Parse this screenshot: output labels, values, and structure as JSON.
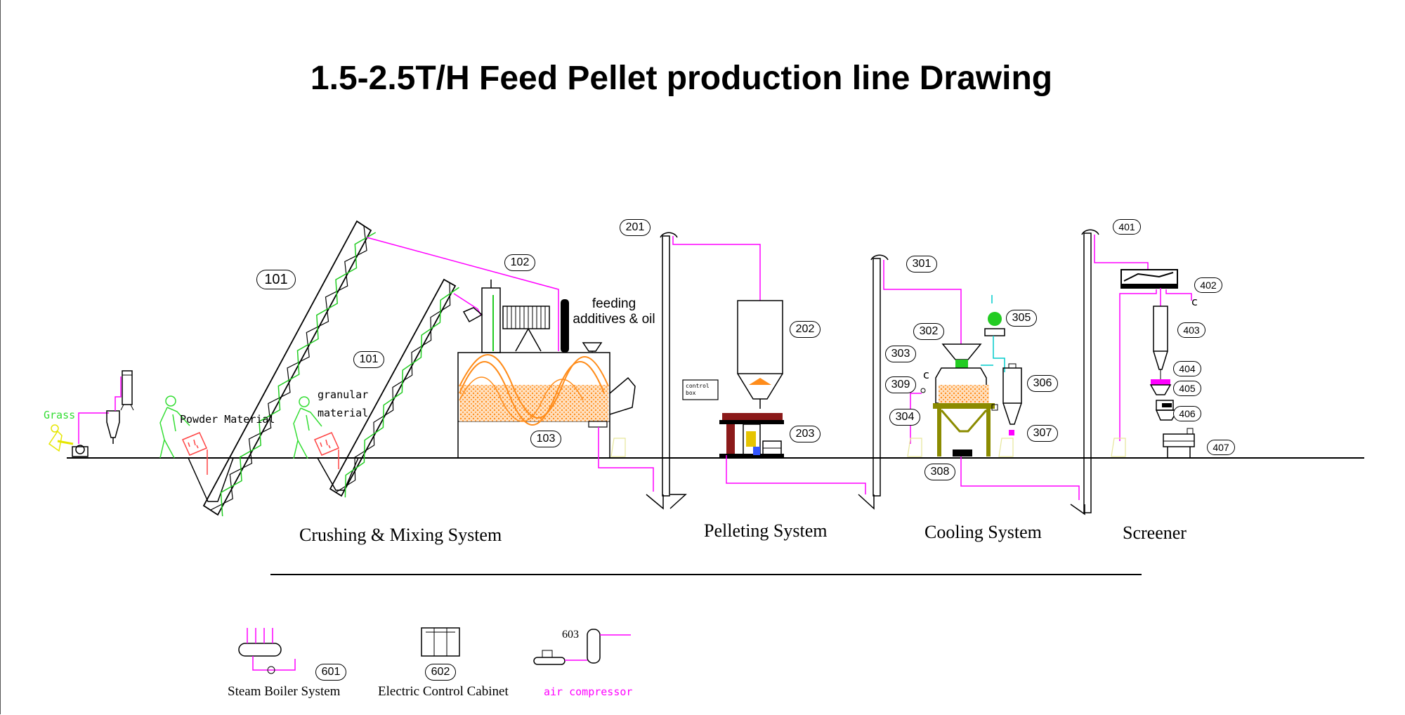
{
  "title": "1.5-2.5T/H Feed Pellet production line Drawing",
  "systems": {
    "crushing": "Crushing & Mixing System",
    "pelleting": "Pelleting System",
    "cooling": "Cooling System",
    "screener": "Screener"
  },
  "materials": {
    "grass": "Grass",
    "powder": "Powder Material",
    "granular_line1": "granular",
    "granular_line2": "material",
    "feeding_line1": "feeding",
    "feeding_line2": "additives & oil",
    "control_line1": "control",
    "control_line2": "box"
  },
  "tags": {
    "t101a": "101",
    "t101b": "101",
    "t102": "102",
    "t103": "103",
    "t201": "201",
    "t202": "202",
    "t203": "203",
    "t301": "301",
    "t302": "302",
    "t303": "303",
    "t304": "304",
    "t305": "305",
    "t306": "306",
    "t307": "307",
    "t308": "308",
    "t309": "309",
    "t401": "401",
    "t402": "402",
    "t403": "403",
    "t404": "404",
    "t405": "405",
    "t406": "406",
    "t407": "407",
    "c1": "c",
    "c2": "c"
  },
  "legend": {
    "steam": {
      "tag": "601",
      "label": "Steam Boiler System"
    },
    "cabinet": {
      "tag": "602",
      "label": "Electric Control Cabinet"
    },
    "compressor": {
      "tag": "603",
      "label": "air compressor"
    }
  },
  "colors": {
    "pipe": "#ff00ff",
    "material": "#ff8c1a",
    "conveyor_inner": "#22cc22",
    "ink": "#000000",
    "grass": "#33dd33",
    "worker": "#33dd33",
    "bag": "#ff4444",
    "machine_body": "#8b8b00",
    "pellet_mill": "#8b1a1a",
    "green_part": "#22cc22",
    "cyan_line": "#00cccc"
  }
}
